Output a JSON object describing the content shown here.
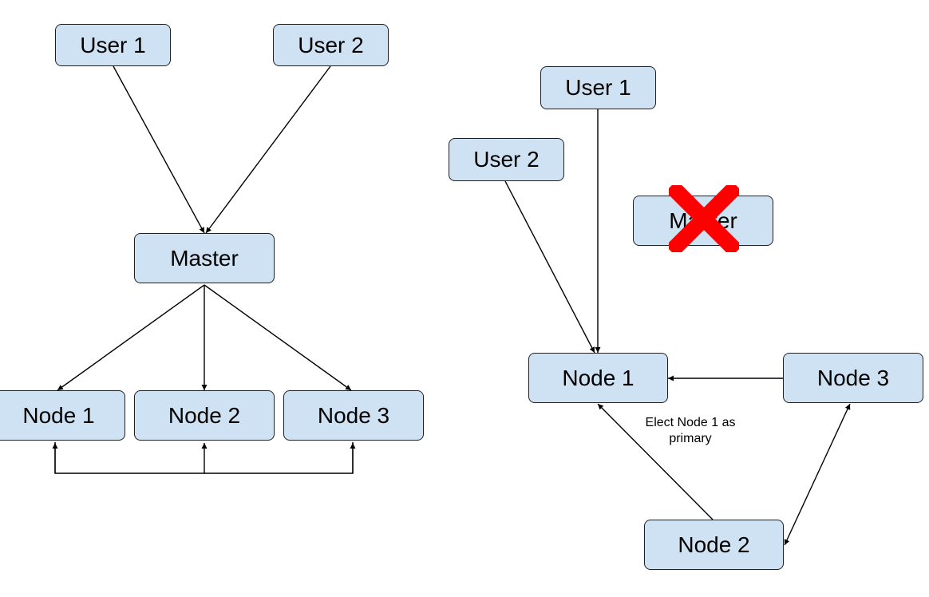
{
  "left": {
    "user1": "User 1",
    "user2": "User 2",
    "master": "Master",
    "node1": "Node 1",
    "node2": "Node 2",
    "node3": "Node 3"
  },
  "right": {
    "user1": "User 1",
    "user2": "User 2",
    "master": "Master",
    "master_status": "failed",
    "node1": "Node 1",
    "node2": "Node 2",
    "node3": "Node 3",
    "election_note": "Elect Node 1 as primary"
  },
  "colors": {
    "box_fill": "#cfe2f3",
    "box_border": "#1f1f1f",
    "edge": "#000000",
    "failure_mark": "#ff0000"
  },
  "icons": {
    "failure_mark": "red-x-icon"
  }
}
